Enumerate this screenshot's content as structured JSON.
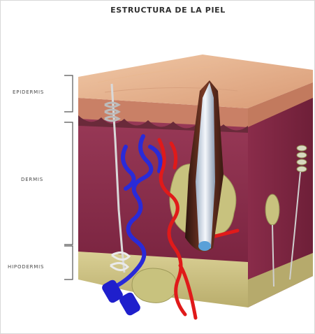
{
  "title": "ESTRUCTURA DE LA PIEL",
  "layers": {
    "epidermis": "EPIDERMIS",
    "dermis": "DERMIS",
    "hipodermis": "HIPODERMIS"
  },
  "colors": {
    "epidermis_top": "#e8b590",
    "dermis": "#8c2e4c",
    "hypodermis": "#cfc487",
    "vein": "#2a2ad8",
    "artery": "#e01a1a",
    "fat": "#c8c27e",
    "hair": "#5a2a1e"
  }
}
